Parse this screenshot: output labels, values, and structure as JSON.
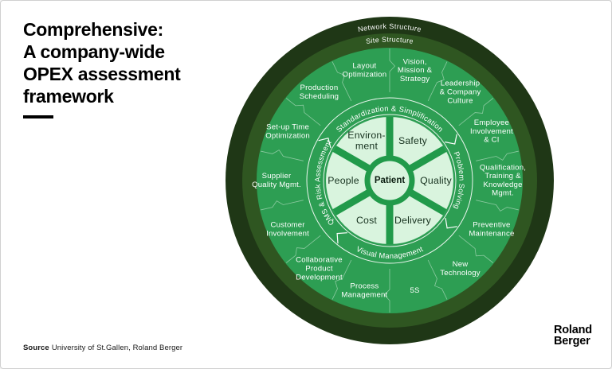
{
  "header": {
    "title_lines": [
      "Comprehensive:",
      "A company-wide",
      "OPEX assessment",
      "framework"
    ]
  },
  "colors": {
    "ring_green": "#2d9e53",
    "wheel_green": "#219a4a",
    "mint": "#d9f4de",
    "dark_outer": "#1f3716",
    "dark_site": "#2f5621",
    "white": "#ffffff",
    "sector_text": "#15301d",
    "center_text": "#0c1f12"
  },
  "wheel": {
    "outer_rings": [
      {
        "label": "Network Structure"
      },
      {
        "label": "Site Structure"
      }
    ],
    "items": [
      {
        "label": "Vision,\nMission &\nStrategy"
      },
      {
        "label": "Leadership\n& Company\nCulture"
      },
      {
        "label": "Employee\nInvolvement\n& CI"
      },
      {
        "label": "Qualification,\nTraining &\nKnowledge\nMgmt."
      },
      {
        "label": "Preventive\nMaintenance"
      },
      {
        "label": "New\nTechnology"
      },
      {
        "label": "5S"
      },
      {
        "label": "Process\nManagement"
      },
      {
        "label": "Collaborative\nProduct\nDevelopment"
      },
      {
        "label": "Customer\nInvolvement"
      },
      {
        "label": "Supplier\nQuality Mgmt."
      },
      {
        "label": "Set-up Time\nOptimization"
      },
      {
        "label": "Production\nScheduling"
      },
      {
        "label": "Layout\nOptimization"
      }
    ],
    "band_labels": [
      {
        "label": "Standardization & Simplification",
        "position": "top"
      },
      {
        "label": "Problem Solving",
        "position": "right"
      },
      {
        "label": "Visual Management",
        "position": "bottom"
      },
      {
        "label": "QMS & Risk Assessment",
        "position": "left"
      }
    ],
    "sectors": [
      {
        "label": "Safety"
      },
      {
        "label": "Quality"
      },
      {
        "label": "Delivery"
      },
      {
        "label": "Cost"
      },
      {
        "label": "People"
      },
      {
        "label": "Environ-\nment"
      }
    ],
    "center_label": "Patient"
  },
  "footer": {
    "source_label": "Source",
    "source_text": "University of St.Gallen, Roland Berger",
    "logo_lines": [
      "Roland",
      "Berger"
    ]
  }
}
